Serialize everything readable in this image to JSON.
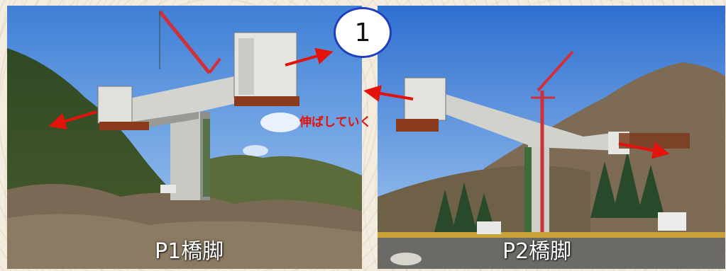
{
  "panels": [
    {
      "id": "p1",
      "caption": "P1橋脚"
    },
    {
      "id": "p2",
      "caption": "P2橋脚"
    }
  ],
  "step_badge": "1",
  "extend_note": "伸ばしていく",
  "colors": {
    "arrow": "#e3120b",
    "badge_border": "#1f3fbf",
    "caption_text": "#ffffff"
  }
}
